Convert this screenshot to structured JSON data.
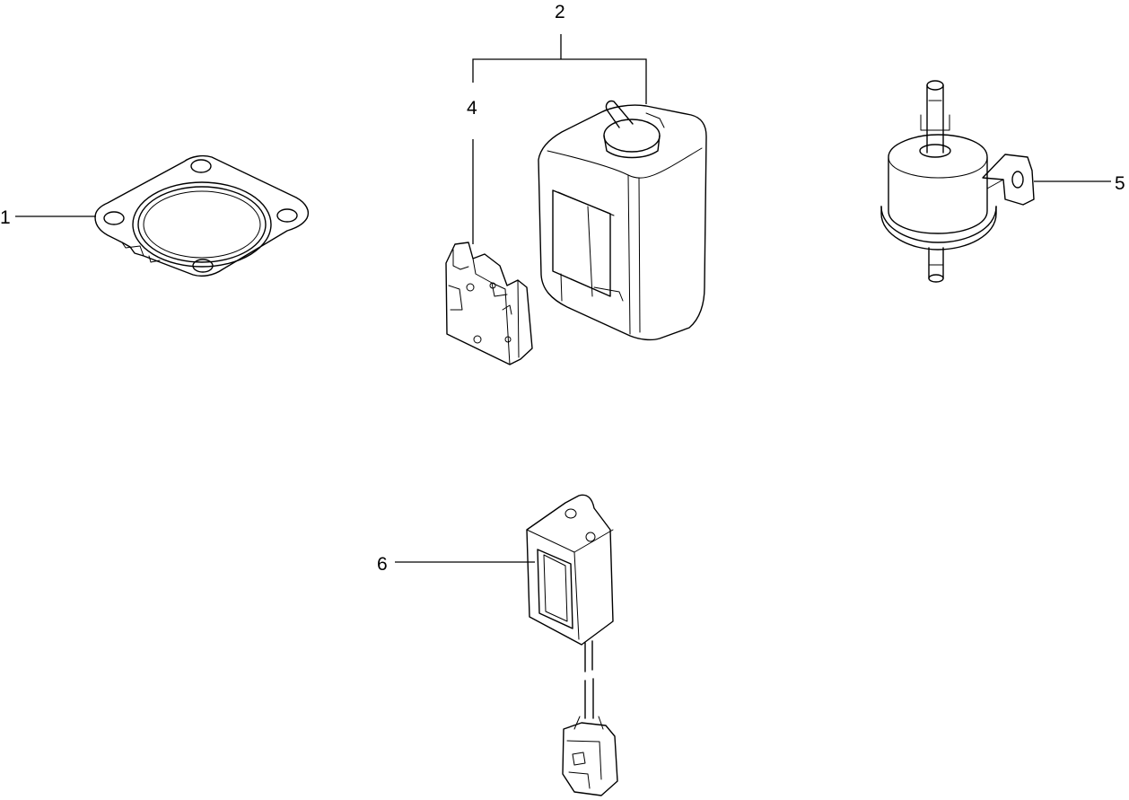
{
  "callouts": {
    "c1": "1",
    "c2": "2",
    "c4": "4",
    "c5": "5",
    "c6": "6"
  },
  "colors": {
    "line": "#000000",
    "background": "#ffffff"
  },
  "parts": [
    {
      "callout": "1",
      "icon": "gasket-icon"
    },
    {
      "callout": "2",
      "icon": "canister-icon"
    },
    {
      "callout": "4",
      "icon": "bracket-icon"
    },
    {
      "callout": "5",
      "icon": "fuel-filter-icon"
    },
    {
      "callout": "6",
      "icon": "sensor-module-icon"
    }
  ]
}
